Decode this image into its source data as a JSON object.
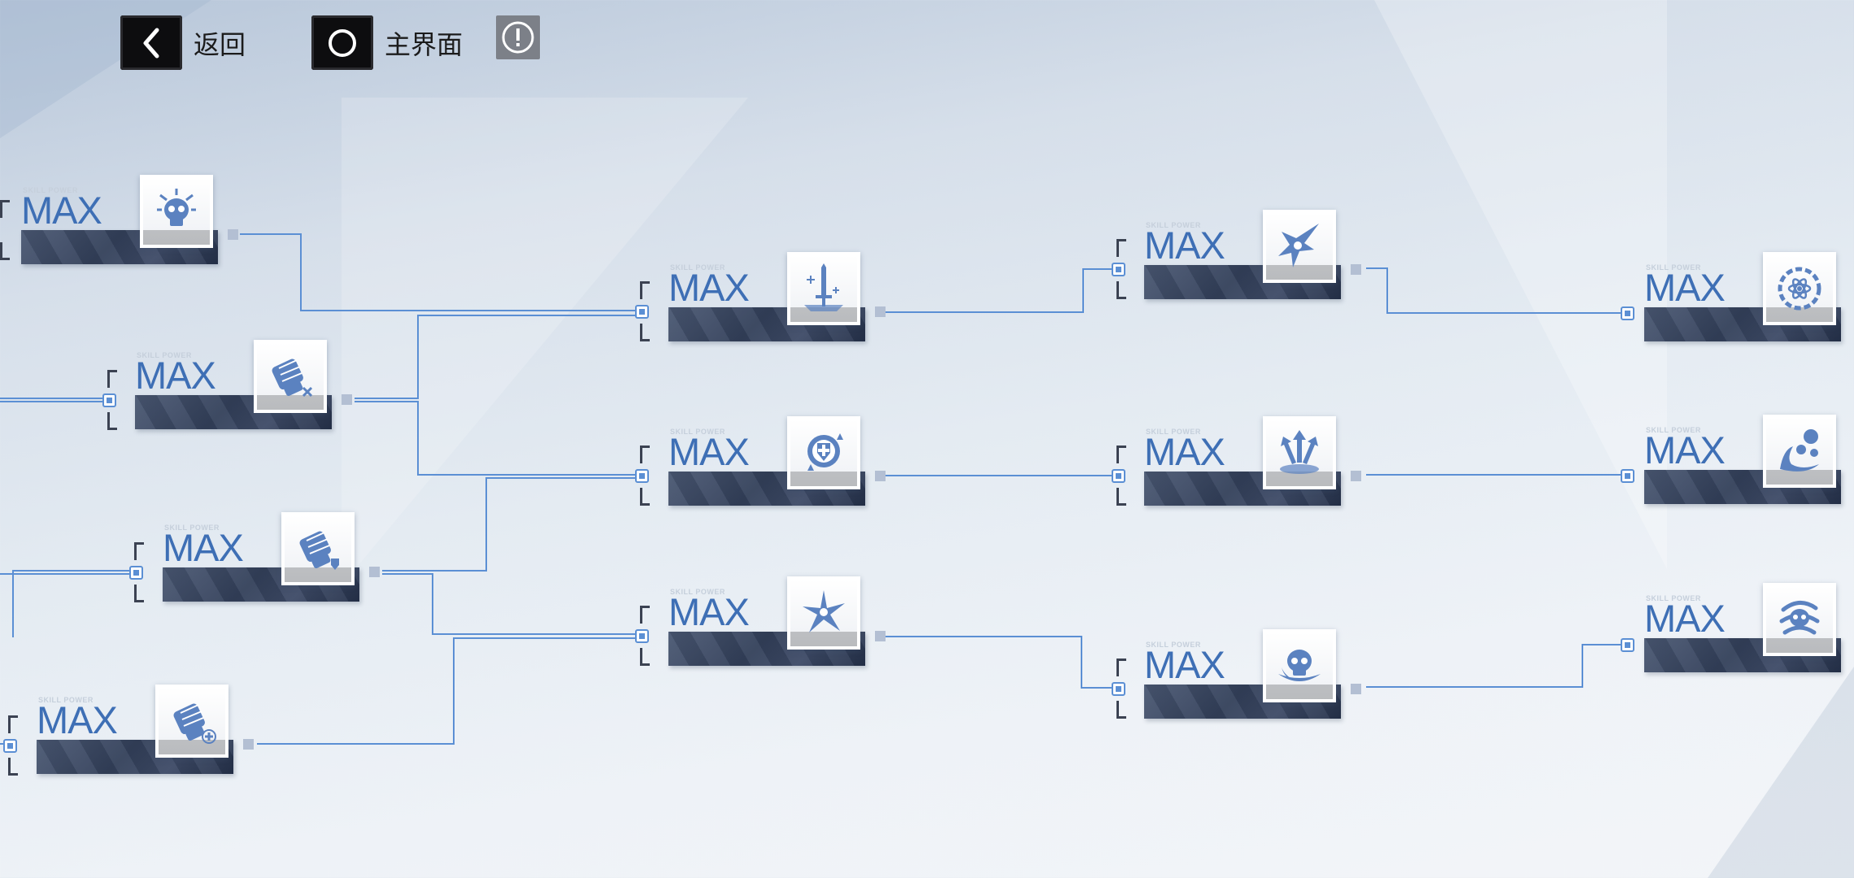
{
  "topbar": {
    "back_label": "返回",
    "home_label": "主界面",
    "back_icon": "chevron-left-icon",
    "home_icon": "circle-icon",
    "info_icon": "exclamation-circle-icon"
  },
  "colors": {
    "link": "#5b8fd4",
    "level_text": "#3e6fb5",
    "bar_dark": "#33405a",
    "icon_tint": "#5b82c0"
  },
  "skills": [
    {
      "id": "n1",
      "sp_label": "SKILL POWER",
      "level": "MAX",
      "icon": "skull-burst-icon"
    },
    {
      "id": "n2",
      "sp_label": "SKILL POWER",
      "level": "MAX",
      "icon": "fist-cross-icon"
    },
    {
      "id": "n3",
      "sp_label": "SKILL POWER",
      "level": "MAX",
      "icon": "fist-shield-icon"
    },
    {
      "id": "n4",
      "sp_label": "SKILL POWER",
      "level": "MAX",
      "icon": "fist-plus-icon"
    },
    {
      "id": "n5",
      "sp_label": "SKILL POWER",
      "level": "MAX",
      "icon": "sword-sparkle-icon"
    },
    {
      "id": "n6",
      "sp_label": "SKILL POWER",
      "level": "MAX",
      "icon": "heal-shield-icon"
    },
    {
      "id": "n7",
      "sp_label": "SKILL POWER",
      "level": "MAX",
      "icon": "shuriken-icon"
    },
    {
      "id": "n8",
      "sp_label": "SKILL POWER",
      "level": "MAX",
      "icon": "star-burst-icon"
    },
    {
      "id": "n9",
      "sp_label": "SKILL POWER",
      "level": "MAX",
      "icon": "triple-arrow-icon"
    },
    {
      "id": "n10",
      "sp_label": "SKILL POWER",
      "level": "MAX",
      "icon": "skull-vortex-icon"
    },
    {
      "id": "n11",
      "sp_label": "SKILL POWER",
      "level": "MAX",
      "icon": "atom-ring-icon"
    },
    {
      "id": "n12",
      "sp_label": "SKILL POWER",
      "level": "MAX",
      "icon": "orb-splash-icon"
    },
    {
      "id": "n13",
      "sp_label": "SKILL POWER",
      "level": "MAX",
      "icon": "swirl-icon"
    }
  ]
}
